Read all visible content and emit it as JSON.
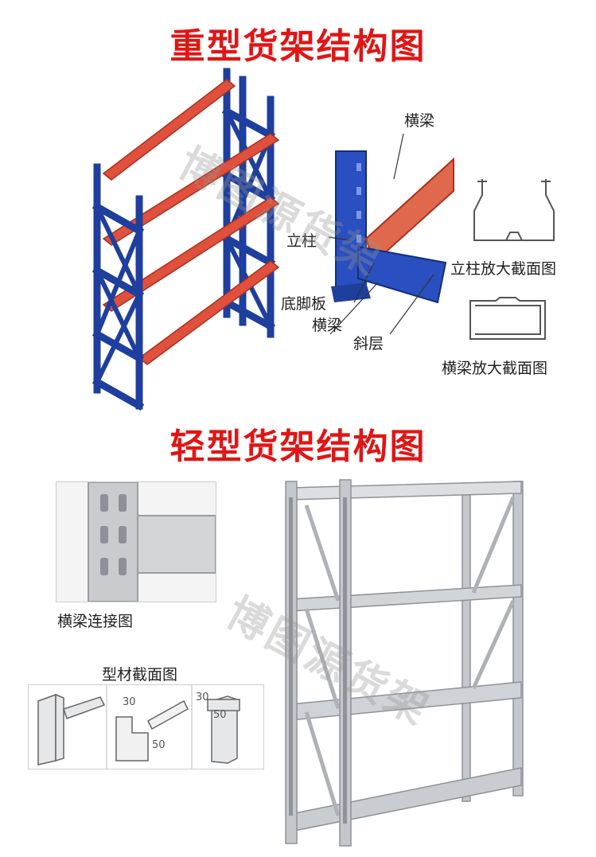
{
  "heavy": {
    "title": "重型货架结构图",
    "labels": {
      "beam_top": "横梁",
      "upright": "立柱",
      "base_plate": "底脚板",
      "beam_bottom": "横梁",
      "brace": "斜层",
      "upright_section": "立柱放大截面图",
      "beam_section": "横梁放大截面图"
    },
    "colors": {
      "upright": "#1f3f9e",
      "beam": "#e0503c"
    }
  },
  "light": {
    "title": "轻型货架结构图",
    "labels": {
      "connection": "横梁连接图",
      "profile_section": "型材截面图"
    },
    "dims": {
      "d30a": "30",
      "d50a": "50",
      "d30b": "30",
      "d50b": "50"
    },
    "colors": {
      "steel": "#b9bcc0"
    }
  },
  "watermark": "博图源货架"
}
